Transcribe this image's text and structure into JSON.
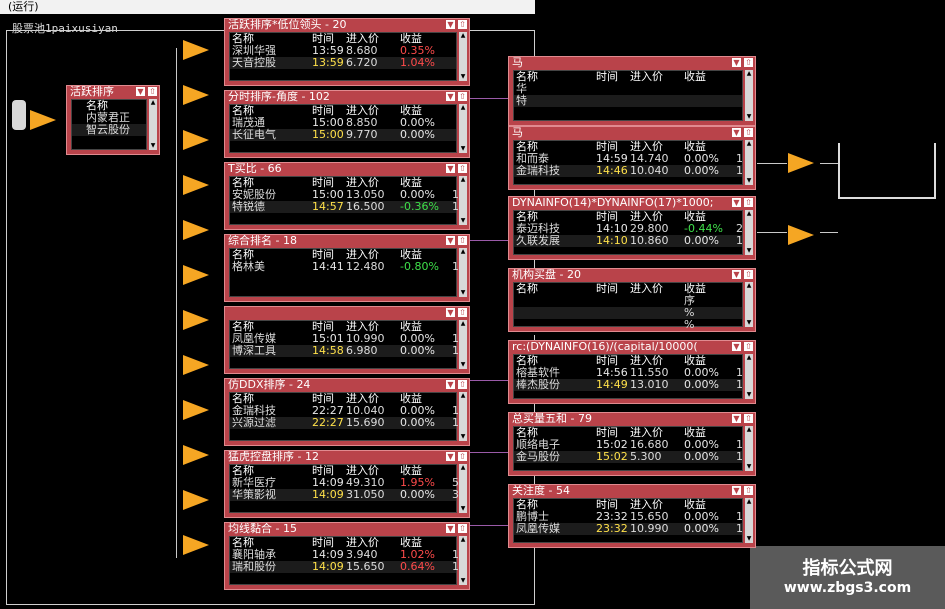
{
  "window": {
    "title": "(运行)",
    "pool_name": "股票池1paixusiyan"
  },
  "columns": {
    "name": "名称",
    "time": "时间",
    "price": "进入价",
    "ret": "收益"
  },
  "icons": {
    "node": "设",
    "collapse": "▼",
    "pin": "⇧",
    "scroll_up": "▲",
    "scroll_down": "▼"
  },
  "root": {
    "title": "活跃排序",
    "rows": [
      "内蒙君正",
      "智云股份"
    ]
  },
  "left_windows": [
    {
      "title": "活跃排序*低位领头 - 20",
      "rows": [
        {
          "name": "深圳华强",
          "time": "13:59",
          "price": "8.680",
          "ret": "0.35%",
          "time_c": "wht",
          "ret_c": "red"
        },
        {
          "name": "天音控股",
          "time": "13:59",
          "price": "6.720",
          "ret": "1.04%",
          "time_c": "yel",
          "ret_c": "red"
        }
      ]
    },
    {
      "title": "分时排序-角度 - 102",
      "rows": [
        {
          "name": "瑞茂通",
          "time": "15:00",
          "price": "8.850",
          "ret": "0.00%",
          "time_c": "wht",
          "ret_c": "wht"
        },
        {
          "name": "长征电气",
          "time": "15:00",
          "price": "9.770",
          "ret": "0.00%",
          "time_c": "yel",
          "ret_c": "wht"
        }
      ]
    },
    {
      "title": "T买比 - 66",
      "rows": [
        {
          "name": "安妮股份",
          "time": "15:00",
          "price": "13.050",
          "ret": "0.00%",
          "time_c": "wht",
          "ret_c": "wht",
          "x": "1"
        },
        {
          "name": "特锐德",
          "time": "14:57",
          "price": "16.500",
          "ret": "-0.36%",
          "time_c": "yel",
          "ret_c": "grn",
          "x": "1"
        }
      ]
    },
    {
      "title": "综合排名 - 18",
      "rows": [
        {
          "name": "格林美",
          "time": "14:41",
          "price": "12.480",
          "ret": "-0.80%",
          "time_c": "wht",
          "ret_c": "grn",
          "x": "1"
        }
      ]
    },
    {
      "title": "",
      "rows": [
        {
          "name": "凤凰传媒",
          "time": "15:01",
          "price": "10.990",
          "ret": "0.00%",
          "time_c": "wht",
          "ret_c": "wht",
          "x": "1"
        },
        {
          "name": "博深工具",
          "time": "14:58",
          "price": "6.980",
          "ret": "0.00%",
          "time_c": "yel",
          "ret_c": "wht",
          "x": "1"
        }
      ]
    },
    {
      "title": "仿DDX排序 - 24",
      "rows": [
        {
          "name": "金瑞科技",
          "time": "22:27",
          "price": "10.040",
          "ret": "0.00%",
          "time_c": "wht",
          "ret_c": "wht",
          "x": "1"
        },
        {
          "name": "兴源过滤",
          "time": "22:27",
          "price": "15.690",
          "ret": "0.00%",
          "time_c": "yel",
          "ret_c": "wht",
          "x": "1"
        }
      ]
    },
    {
      "title": "猛虎控盘排序 - 12",
      "rows": [
        {
          "name": "新华医疗",
          "time": "14:09",
          "price": "49.310",
          "ret": "1.95%",
          "time_c": "wht",
          "ret_c": "red",
          "x": "5"
        },
        {
          "name": "华策影视",
          "time": "14:09",
          "price": "31.050",
          "ret": "0.00%",
          "time_c": "yel",
          "ret_c": "wht",
          "x": "3"
        }
      ]
    },
    {
      "title": "均线黏合 - 15",
      "rows": [
        {
          "name": "襄阳轴承",
          "time": "14:09",
          "price": "3.940",
          "ret": "1.02%",
          "time_c": "wht",
          "ret_c": "red",
          "x": "1"
        },
        {
          "name": "瑞和股份",
          "time": "14:09",
          "price": "15.650",
          "ret": "0.64%",
          "time_c": "yel",
          "ret_c": "red",
          "x": "1"
        }
      ]
    }
  ],
  "right_windows": [
    {
      "title": "马",
      "header": "名称",
      "rows": [
        {
          "name": "华"
        },
        {
          "name": "特"
        }
      ]
    },
    {
      "title": "马",
      "rows": [
        {
          "name": "和而泰",
          "time": "14:59",
          "price": "14.740",
          "ret": "0.00%",
          "time_c": "wht",
          "ret_c": "wht",
          "x": "1"
        },
        {
          "name": "金瑞科技",
          "time": "14:46",
          "price": "10.040",
          "ret": "0.00%",
          "time_c": "yel",
          "ret_c": "wht",
          "x": "1"
        }
      ]
    },
    {
      "title": "DYNAINFO(14)*DYNAINFO(17)*1000;",
      "rows": [
        {
          "name": "泰迈科技",
          "time": "14:10",
          "price": "29.800",
          "ret": "-0.44%",
          "time_c": "wht",
          "ret_c": "grn",
          "x": "2"
        },
        {
          "name": "久联发展",
          "time": "14:10",
          "price": "10.860",
          "ret": "0.00%",
          "time_c": "yel",
          "ret_c": "wht",
          "x": "1"
        }
      ]
    },
    {
      "title": "机构买盘 - 20",
      "rows": [
        {
          "name": "",
          "time": "",
          "price": "",
          "ret": "序"
        },
        {
          "name": "",
          "time": "",
          "price": "",
          "ret": "%"
        },
        {
          "name": "",
          "time": "",
          "price": "",
          "ret": "%"
        }
      ]
    },
    {
      "title": "rc:(DYNAINFO(16)/(capital/10000(",
      "rows": [
        {
          "name": "榕基软件",
          "time": "14:56",
          "price": "11.550",
          "ret": "0.00%",
          "time_c": "wht",
          "ret_c": "wht",
          "x": "1"
        },
        {
          "name": "棒杰股份",
          "time": "14:49",
          "price": "13.010",
          "ret": "0.00%",
          "time_c": "yel",
          "ret_c": "wht",
          "x": "1"
        }
      ]
    },
    {
      "title": "总买量五和 - 79",
      "rows": [
        {
          "name": "顺络电子",
          "time": "15:02",
          "price": "16.680",
          "ret": "0.00%",
          "time_c": "wht",
          "ret_c": "wht",
          "x": "1"
        },
        {
          "name": "金马股份",
          "time": "15:02",
          "price": "5.300",
          "ret": "0.00%",
          "time_c": "yel",
          "ret_c": "wht",
          "x": "1"
        }
      ]
    },
    {
      "title": "关注度 - 54",
      "rows": [
        {
          "name": "鹏博士",
          "time": "23:32",
          "price": "15.650",
          "ret": "0.00%",
          "time_c": "wht",
          "ret_c": "wht",
          "x": "1"
        },
        {
          "name": "凤凰传媒",
          "time": "23:32",
          "price": "10.990",
          "ret": "0.00%",
          "time_c": "yel",
          "ret_c": "wht",
          "x": "1"
        }
      ]
    }
  ],
  "watermark": {
    "line1": "指标公式网",
    "line2": "www.zbgs3.com"
  }
}
